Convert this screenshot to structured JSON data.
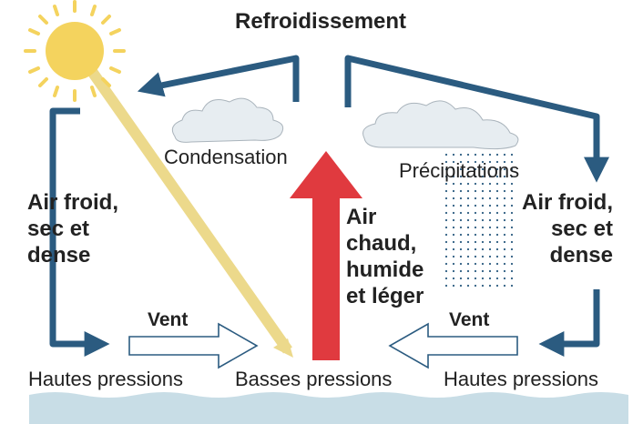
{
  "title": "Refroidissement",
  "labels": {
    "condensation": "Condensation",
    "precipitations": "Précipitations",
    "air_left": "Air froid,\nsec et\ndense",
    "air_right": "Air froid,\nsec et\ndense",
    "air_center": "Air\nchaud,\nhumide\net léger",
    "wind_left": "Vent",
    "wind_right": "Vent",
    "pressure_left": "Hautes pressions",
    "pressure_center": "Basses pressions",
    "pressure_right": "Hautes pressions"
  },
  "colors": {
    "circulation_arrow": "#2b5b80",
    "rising_air": "#e03a3f",
    "sun": "#f4d35e",
    "sun_ray": "#ecd98b",
    "cloud": "#e7edf1",
    "sea": "#c8dde6",
    "rain": "#2b5b80",
    "text": "#222222"
  },
  "icons": [
    "sun-icon",
    "cloud-icon",
    "rain-icon",
    "wave-icon"
  ]
}
